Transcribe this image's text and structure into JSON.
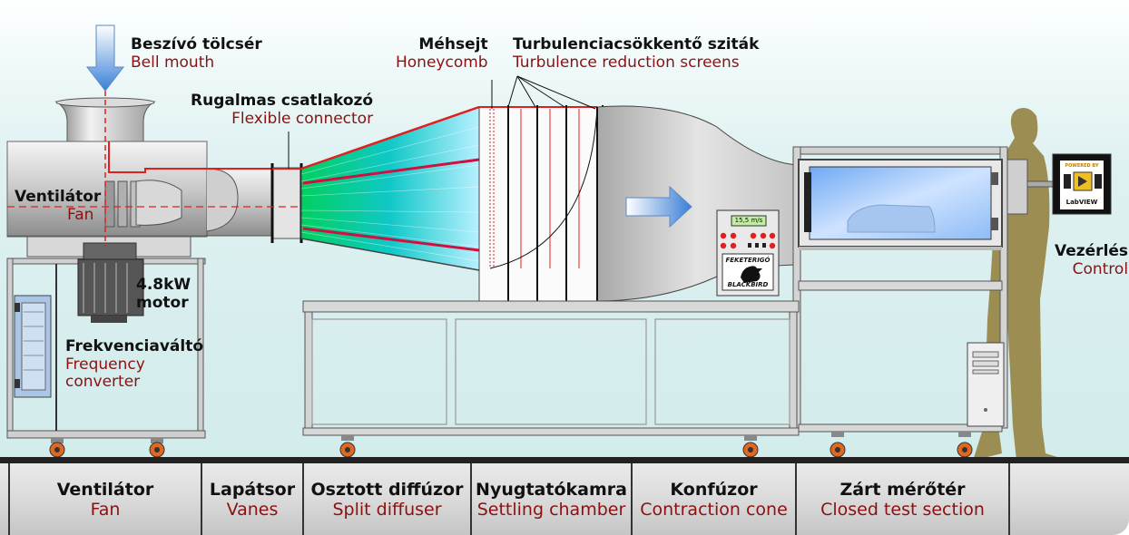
{
  "labels": {
    "bell_mouth": {
      "hu": "Beszívó tölcsér",
      "en": "Bell mouth"
    },
    "flexible_connector": {
      "hu": "Rugalmas csatlakozó",
      "en": "Flexible connector"
    },
    "honeycomb": {
      "hu": "Méhsejt",
      "en": "Honeycomb"
    },
    "screens": {
      "hu": "Turbulenciacsökkentő sziták",
      "en": "Turbulence reduction screens"
    },
    "fan": {
      "hu": "Ventilátor",
      "en": "Fan"
    },
    "motor": {
      "line1": "4.8kW",
      "line2": "motor"
    },
    "freq_conv": {
      "hu": "Frekvenciaváltó",
      "en1": "Frequency",
      "en2": "converter"
    },
    "control": {
      "hu": "Vezérlés",
      "en": "Control"
    }
  },
  "instrument": {
    "display": "15,5 m/s",
    "brand_hu": "FEKETERIGÓ",
    "brand_en": "BLACKBIRD"
  },
  "labview": {
    "top": "POWERED BY",
    "name": "LabVIEW"
  },
  "sections": [
    {
      "hu": "Ventilátor",
      "en": "Fan"
    },
    {
      "hu": "Lapátsor",
      "en": "Vanes"
    },
    {
      "hu": "Osztott diffúzor",
      "en": "Split diffuser"
    },
    {
      "hu": "Nyugtatókamra",
      "en": "Settling chamber"
    },
    {
      "hu": "Konfúzor",
      "en": "Contraction cone"
    },
    {
      "hu": "Zárt mérőtér",
      "en": "Closed test section"
    }
  ]
}
